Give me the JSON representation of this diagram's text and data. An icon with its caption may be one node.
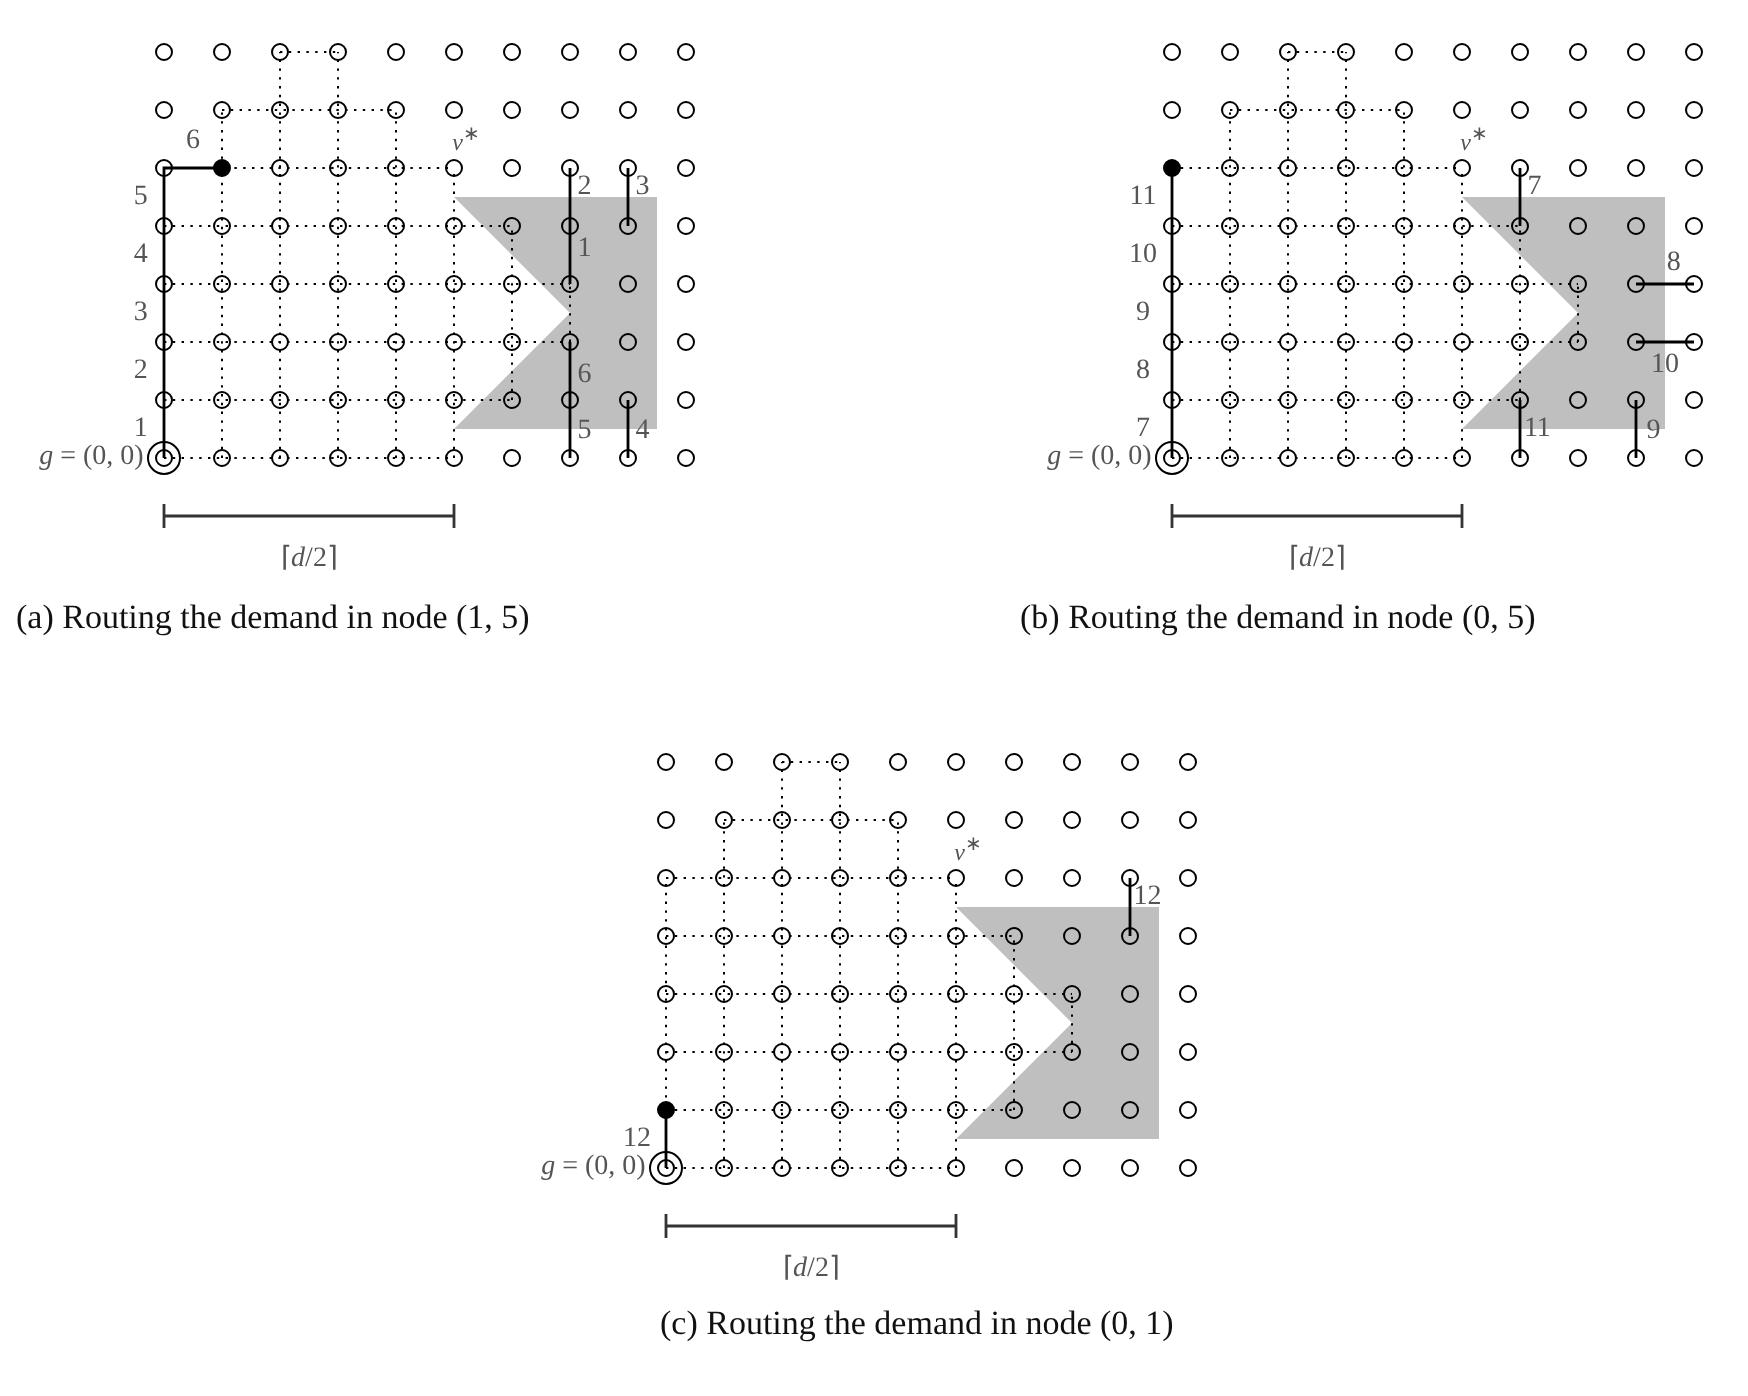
{
  "diagram": {
    "labels": [
      "6",
      "*v*$^{∗}$",
      "5",
      "2",
      "3",
      "4",
      "1",
      "3",
      "2",
      "6",
      "1",
      "5",
      "4",
      "*g* = (0, 0)",
      "⌈*d*/2⌉",
      "(a) Routing the demand in node (1, 5)",
      "*v*$^{∗}$",
      "11",
      "7",
      "10",
      "8",
      "9",
      "8",
      "10",
      "7",
      "11",
      "9",
      "*g* = (0, 0)",
      "⌈*d*/2⌉",
      "(b) Routing the demand in node (0, 5)",
      "*v*$^{∗}$",
      "12",
      "12",
      "*g* = (0, 0)",
      "⌈*d*/2⌉",
      "(c) Routing the demand in node (0, 1)"
    ]
  }
}
